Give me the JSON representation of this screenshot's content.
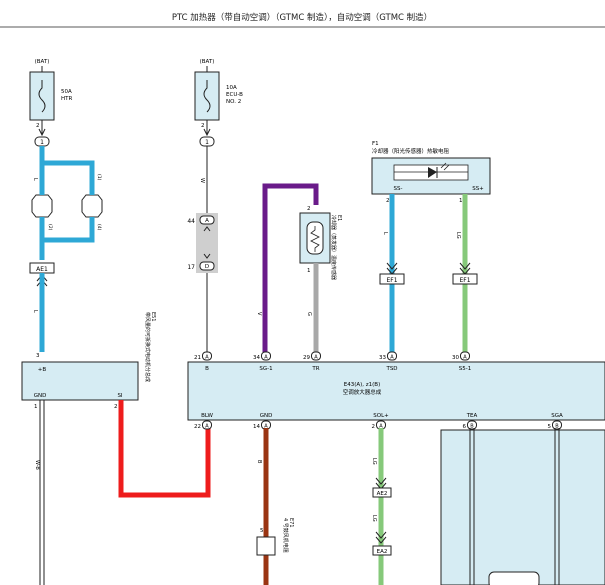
{
  "title": "PTC 加热器（带自动空调）（GTMC 制造），自动空调（GTMC 制造）",
  "colors": {
    "blue": "#2ea8d6",
    "red": "#ee1c1c",
    "purple": "#6a1b8a",
    "brown": "#9a3412",
    "green": "#86c97a",
    "gray": "#a8a8a8",
    "box_fill": "#d6ecf3",
    "conn_fill": "#cfcfcf",
    "black": "#222222"
  },
  "fuses": {
    "htr": {
      "source": "(BAT)",
      "amp": "50A",
      "name": "HTR",
      "pin": "2"
    },
    "ecub": {
      "source": "(BAT)",
      "amp": "10A",
      "name": "ECU-B",
      "name2": "NO. 2",
      "pin": "2"
    }
  },
  "junctions": {
    "j1": "1",
    "j2": "1"
  },
  "relay_side_labels": [
    "(1)",
    "(3)",
    "(2)",
    "(4)"
  ],
  "connectors": {
    "ae1": "AE1",
    "ef1": "EF1",
    "ef1b": "EF1",
    "ae2": "AE2",
    "ea2": "EA2",
    "conn_44": "44",
    "conn_44_letter": "A",
    "conn_17": "17",
    "conn_17_letter": "D"
  },
  "heater_module": {
    "label": "E51\n带风量的可拆换式电动机分总成",
    "pin_b": "+B",
    "pin_gnd": "GND",
    "pin_si": "SI",
    "pin_top": "3",
    "pin_gnd_num": "1",
    "pin_si_num": "2"
  },
  "amp_module": {
    "label": "E43(A), z1(B)",
    "name": "空调放大器总成",
    "top_pins": [
      {
        "num": "21",
        "letter": "A",
        "name": "B"
      },
      {
        "num": "34",
        "letter": "A",
        "name": "SG-1"
      },
      {
        "num": "29",
        "letter": "A",
        "name": "TR"
      },
      {
        "num": "33",
        "letter": "A",
        "name": "TSD"
      },
      {
        "num": "30",
        "letter": "A",
        "name": "S5-1"
      }
    ],
    "bottom_pins": [
      {
        "num": "22",
        "letter": "A",
        "name": "BLW"
      },
      {
        "num": "14",
        "letter": "A",
        "name": "GND"
      },
      {
        "num": "2",
        "letter": "A",
        "name": "SOL+"
      },
      {
        "num": "6",
        "letter": "B",
        "name": "TEA"
      },
      {
        "num": "5",
        "letter": "B",
        "name": "SGA"
      }
    ]
  },
  "sensor": {
    "code": "F1",
    "label": "冷却器（阳光传感器）热敏电阻",
    "pin_ss_minus": "SS-",
    "pin_ss_plus": "SS+",
    "pin_left": "2",
    "pin_right": "1"
  },
  "thermistor": {
    "label": "E1\n冷却器（蒸发器）温度传感器",
    "pin_top": "2",
    "pin_bottom": "1"
  },
  "solenoid": {
    "label": "E71\n4 号鼓风机电阻",
    "pin": "5"
  },
  "wire_labels": {
    "l1": "L",
    "l2": "L",
    "w1": "W",
    "v": "V",
    "g": "G",
    "l3": "L",
    "lg1": "LG",
    "b1": "B",
    "lg2": "LG",
    "lg3": "LG",
    "w2": "W-B"
  },
  "misc_left_label": "W-B"
}
